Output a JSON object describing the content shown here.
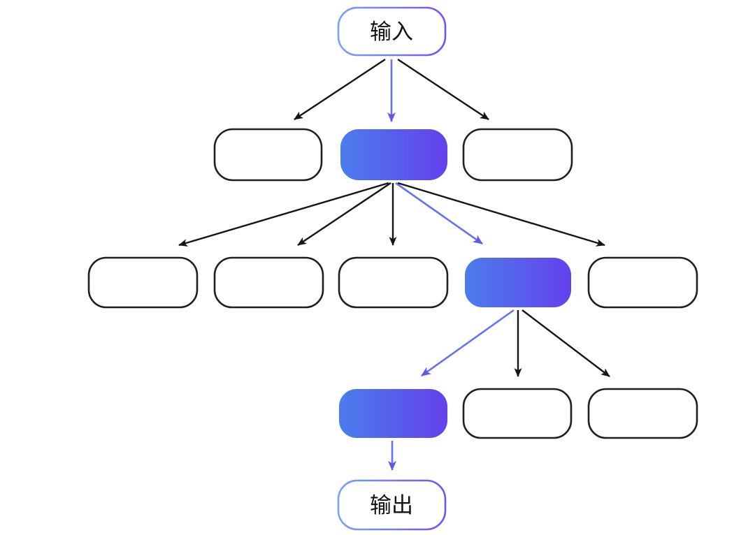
{
  "diagram": {
    "kind": "tree-search-flow",
    "input_label": "输入",
    "output_label": "输出",
    "levels": [
      {
        "name": "input",
        "nodes": [
          {
            "label": "输入",
            "highlighted": true
          }
        ]
      },
      {
        "name": "level-2",
        "nodes": [
          {
            "label": "",
            "highlighted": false
          },
          {
            "label": "",
            "highlighted": true
          },
          {
            "label": "",
            "highlighted": false
          }
        ]
      },
      {
        "name": "level-3",
        "nodes": [
          {
            "label": "",
            "highlighted": false
          },
          {
            "label": "",
            "highlighted": false
          },
          {
            "label": "",
            "highlighted": false
          },
          {
            "label": "",
            "highlighted": true
          },
          {
            "label": "",
            "highlighted": false
          }
        ]
      },
      {
        "name": "level-4",
        "nodes": [
          {
            "label": "",
            "highlighted": true
          },
          {
            "label": "",
            "highlighted": false
          },
          {
            "label": "",
            "highlighted": false
          }
        ]
      },
      {
        "name": "output",
        "nodes": [
          {
            "label": "输出",
            "highlighted": true
          }
        ]
      }
    ],
    "edges": {
      "black_count": 8,
      "blue_count": 4,
      "highlighted_path": [
        "input",
        "level-2 node 2",
        "level-3 node 4",
        "level-4 node 1",
        "output"
      ]
    }
  },
  "colors": {
    "node_fill_gradient_start": "#4b7dec",
    "node_fill_gradient_end": "#6441ec",
    "io_border_gradient_start": "#79a3f7",
    "io_border_gradient_end": "#6f51f1",
    "edge_black": "#141414",
    "edge_blue": "#6372f3",
    "edge_blue_head": "#6356ef",
    "node_border": "#1f1f1f",
    "background": "#ffffff",
    "text": "#111111"
  }
}
